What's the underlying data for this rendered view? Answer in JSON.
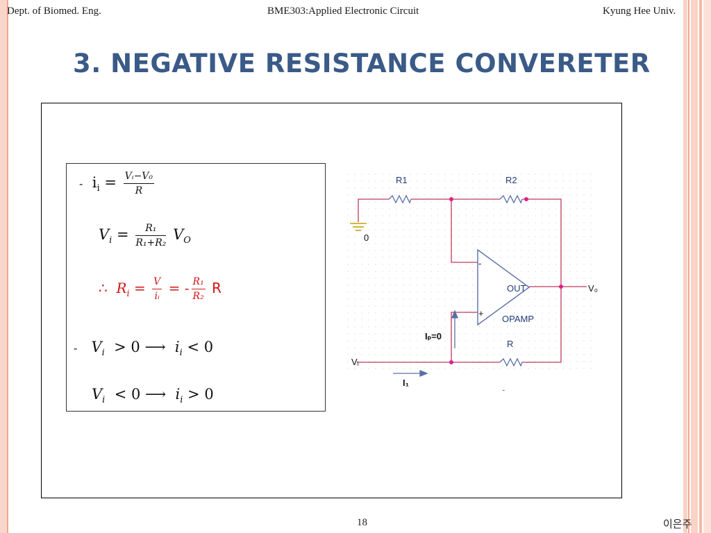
{
  "header": {
    "left": "Dept. of Biomed. Eng.",
    "center": "BME303:Applied Electronic Circuit",
    "right": "Kyung Hee Univ."
  },
  "title": "3. NEGATIVE RESISTANCE CONVERETER",
  "formulas": {
    "dash1": "-",
    "ii_lhs": "i",
    "ii_sub": "i",
    "eq": "=",
    "ii_num": "Vᵢ−V₀",
    "ii_den": "R",
    "vi_lhs": "V",
    "vi_sub": "i",
    "vi_num": "R₁",
    "vi_den": "R₁+R₂",
    "vi_rhs": "V",
    "vi_rhs_sub": "O",
    "ri_therefore": "∴",
    "ri_lhs": "R",
    "ri_sub": "i",
    "ri_num1": "V",
    "ri_den1": "iᵢ",
    "ri_minus": "-",
    "ri_num2": "R₁",
    "ri_den2": "R₂",
    "ri_rhs": "R",
    "dash2": "-",
    "cond1_v": "V",
    "cond1_vsub": "i",
    "cond1_mid": " > 0 ⟶ ",
    "cond1_i": "i",
    "cond1_isub": "i",
    "cond1_end": " < 0",
    "cond2_v": "V",
    "cond2_vsub": "i",
    "cond2_mid": " < 0 ⟶ ",
    "cond2_i": "i",
    "cond2_isub": "i",
    "cond2_end": " > 0"
  },
  "circuit": {
    "r1": "R1",
    "r2": "R2",
    "r": "R",
    "ground": "0",
    "minus": "-",
    "plus": "+",
    "out": "OUT",
    "opamp": "OPAMP",
    "vo": "V₀",
    "vi": "Vᵢ",
    "ip": "Iₚ=0",
    "i1": "I₁",
    "dash": "-"
  },
  "footer": {
    "page": "18",
    "author": "이은주"
  },
  "colors": {
    "title": "#3a5a87",
    "wire": "#c0395a",
    "component": "#5a6fa8",
    "formula_highlight": "#d01414",
    "stripe": "#f6c4b4"
  }
}
